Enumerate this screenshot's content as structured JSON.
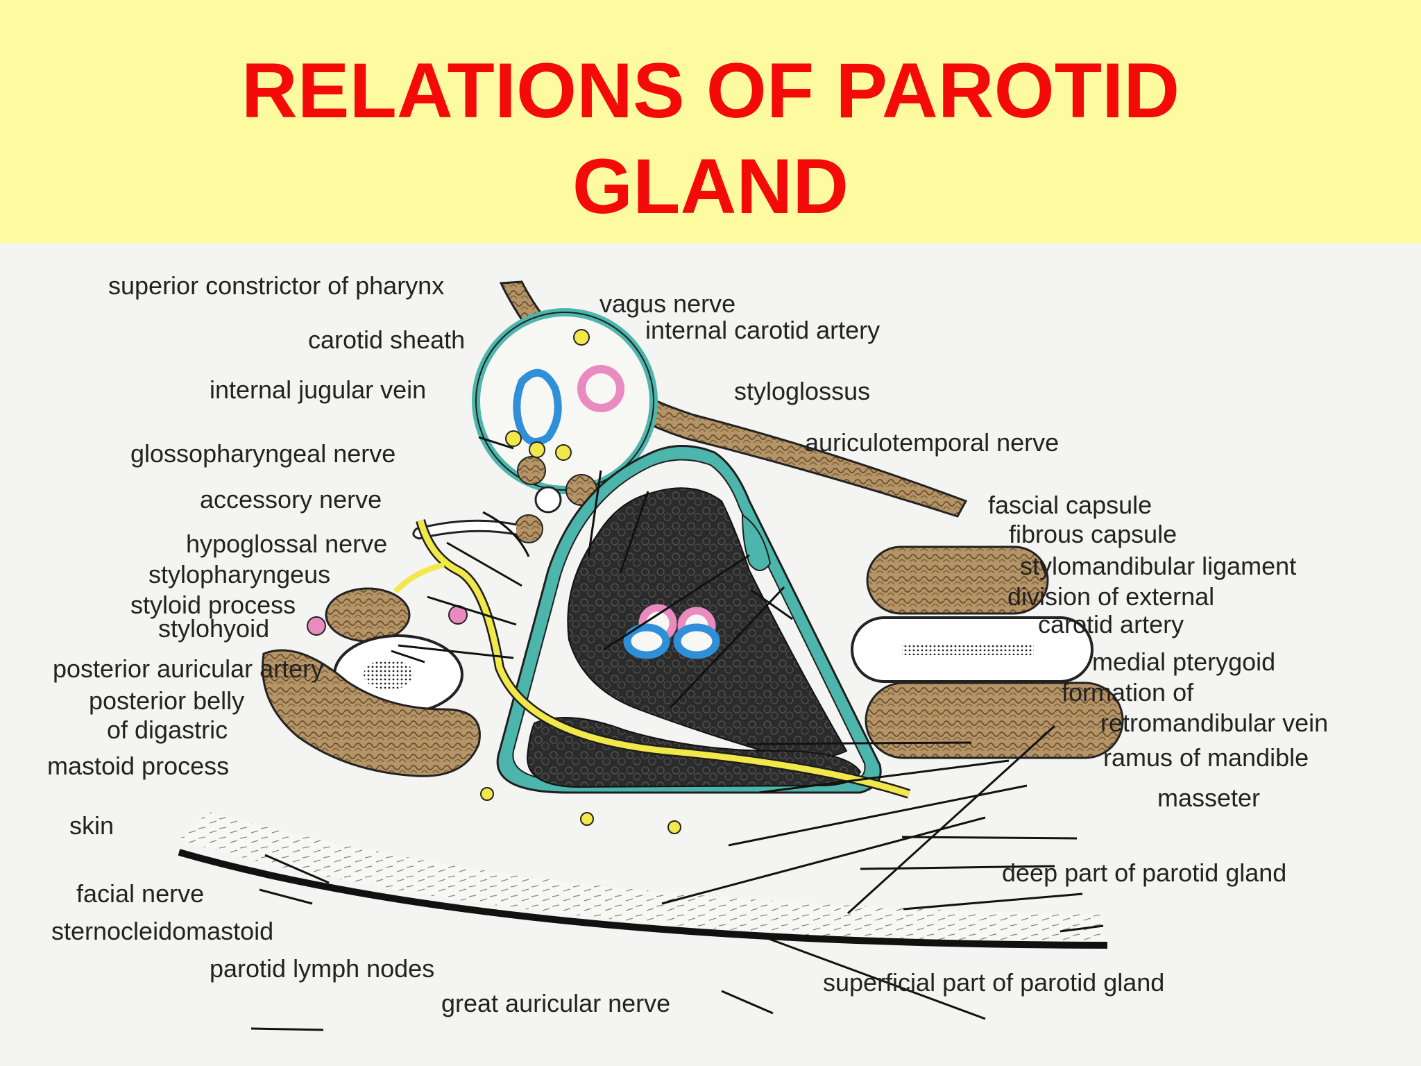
{
  "title": {
    "line1": "RELATIONS OF PAROTID",
    "line2": "GLAND"
  },
  "colors": {
    "title_background": "#fdfaa0",
    "title_text": "#f50a0a",
    "fascia": "#4db6ac",
    "gland": "#2a2a2a",
    "muscle": "#b09060",
    "nerve": "#f2e84a",
    "artery": "#e98bbf",
    "vein": "#2f8fd8"
  },
  "labels": {
    "superior_constrictor": "superior constrictor of pharynx",
    "vagus_nerve": "vagus nerve",
    "internal_carotid_artery": "internal carotid artery",
    "carotid_sheath": "carotid sheath",
    "internal_jugular_vein": "internal jugular vein",
    "styloglossus": "styloglossus",
    "glossopharyngeal_nerve": "glossopharyngeal nerve",
    "auriculotemporal_nerve": "auriculotemporal nerve",
    "accessory_nerve": "accessory nerve",
    "fascial_capsule": "fascial capsule",
    "hypoglossal_nerve": "hypoglossal nerve",
    "fibrous_capsule": "fibrous capsule",
    "stylopharyngeus": "stylopharyngeus",
    "stylomandibular_ligament": "stylomandibular ligament",
    "styloid_process": "styloid process",
    "division_external_carotid_1": "division of external",
    "division_external_carotid_2": "carotid artery",
    "stylohyoid": "stylohyoid",
    "posterior_auricular_artery": "posterior auricular artery",
    "medial_pterygoid": "medial pterygoid",
    "posterior_belly_1": "posterior belly",
    "posterior_belly_2": "of digastric",
    "retromandibular_1": "formation of",
    "retromandibular_2": "retromandibular vein",
    "mastoid_process": "mastoid process",
    "ramus_of_mandible": "ramus of mandible",
    "masseter": "masseter",
    "skin": "skin",
    "facial_nerve": "facial nerve",
    "deep_part": "deep part of parotid gland",
    "sternocleidomastoid": "sternocleidomastoid",
    "parotid_lymph_nodes": "parotid lymph nodes",
    "superficial_part": "superficial part of parotid gland",
    "great_auricular_nerve": "great auricular nerve"
  }
}
